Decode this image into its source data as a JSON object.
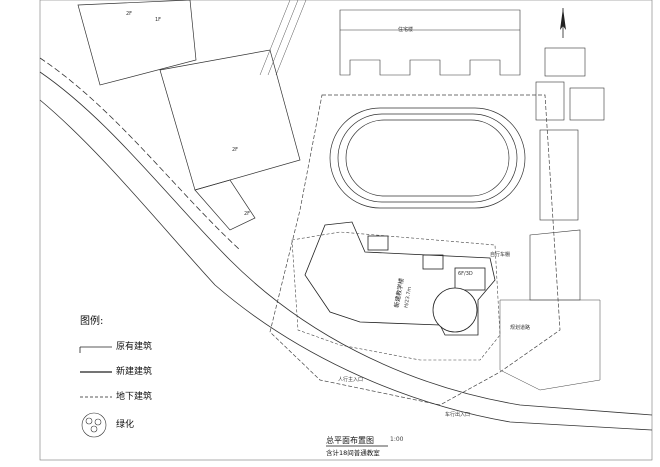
{
  "legend": {
    "title": "图例:",
    "items": [
      {
        "label": "原有建筑"
      },
      {
        "label": "新建建筑"
      },
      {
        "label": "地下建筑"
      },
      {
        "label": "绿化"
      }
    ]
  },
  "drawing": {
    "title": "总平面布置图",
    "scale": "1:00",
    "subtitle": "含计18间普通教室"
  },
  "labels": {
    "new_building": "新建教学楼",
    "new_building_sub": "H/23.7m",
    "bike_shed": "自行车棚",
    "pedestrian_entrance": "人行主入口",
    "vehicle_entrance": "车行出入口",
    "floors_6f": "6F/3D",
    "building_2f_a": "2F",
    "building_2f_b": "2F",
    "building_1f": "1F",
    "building_2f_left": "2F",
    "residential": "住宅楼",
    "road_note": "规划道路"
  }
}
